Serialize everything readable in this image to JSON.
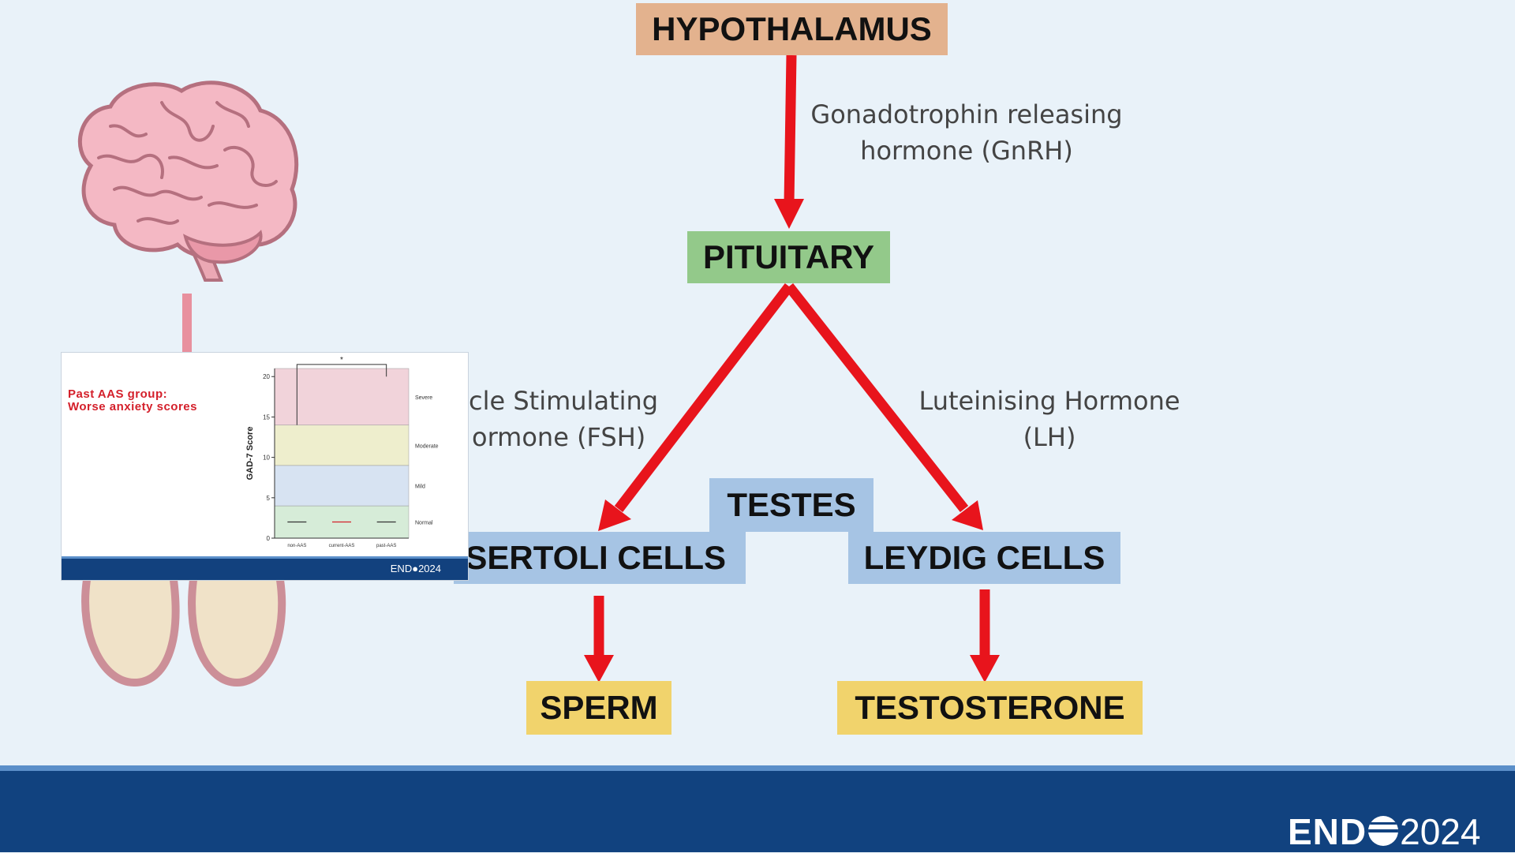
{
  "diagram": {
    "nodes": {
      "hypothalamus": "HYPOTHALAMUS",
      "pituitary": "PITUITARY",
      "testes": "TESTES",
      "sertoli": "SERTOLI CELLS",
      "leydig": "LEYDIG CELLS",
      "sperm": "SPERM",
      "testosterone": "TESTOSTERONE"
    },
    "labels": {
      "gnrh_line1": "Gonadotrophin releasing",
      "gnrh_line2": "hormone (GnRH)",
      "fsh_line1": "cle Stimulating",
      "fsh_line2": "ormone (FSH)",
      "lh_line1": "Luteinising Hormone",
      "lh_line2": "(LH)"
    },
    "colors": {
      "hypothalamus": "#e3b28e",
      "pituitary": "#93c98a",
      "cells": "#a6c4e4",
      "outputs": "#f1d36c",
      "arrow": "#e8141c",
      "footer": "#11427f"
    }
  },
  "inset_slide": {
    "title_line1": "Past AAS group:",
    "title_line2": "Worse anxiety scores",
    "logo": "END●2024",
    "chart_data": {
      "type": "scatter",
      "ylabel": "GAD-7 Score",
      "ylim": [
        0,
        21
      ],
      "yticks": [
        0,
        5,
        10,
        15,
        20
      ],
      "categories": [
        "non-AAS",
        "current-AAS",
        "past-AAS"
      ],
      "bands": [
        {
          "name": "Normal",
          "from": 0,
          "to": 4,
          "color": "#d6ecd8"
        },
        {
          "name": "Mild",
          "from": 4,
          "to": 9,
          "color": "#d7e3f2"
        },
        {
          "name": "Moderate",
          "from": 9,
          "to": 14,
          "color": "#eeeecd"
        },
        {
          "name": "Severe",
          "from": 14,
          "to": 21,
          "color": "#f1d3da"
        }
      ],
      "significance": "*"
    }
  },
  "footer": {
    "logo_text": "END",
    "logo_year": "2024"
  }
}
